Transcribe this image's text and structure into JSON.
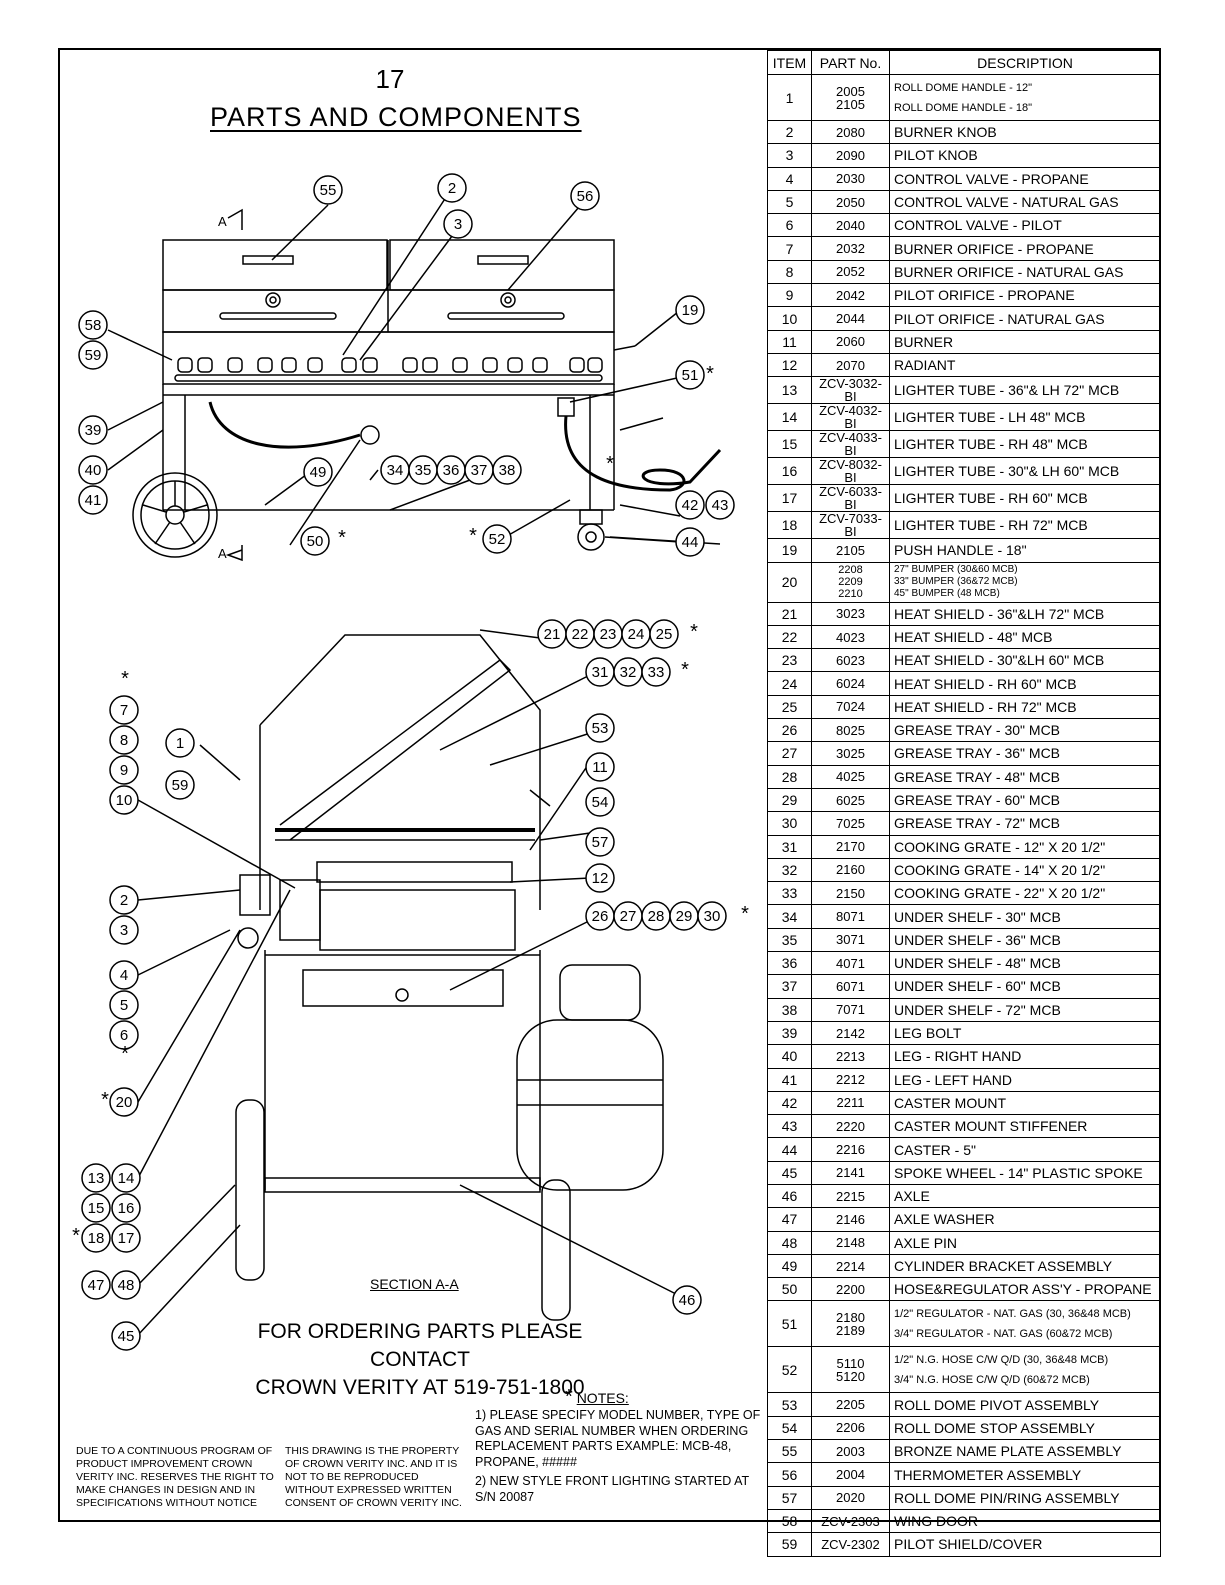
{
  "page_number": "17",
  "title": "PARTS AND COMPONENTS",
  "table": {
    "headers": [
      "ITEM",
      "PART No.",
      "DESCRIPTION"
    ],
    "rows": [
      {
        "item": "1",
        "parts": [
          "2005",
          "2105"
        ],
        "desc": [
          "ROLL DOME HANDLE - 12\"",
          "ROLL DOME HANDLE - 18\""
        ],
        "small": true
      },
      {
        "item": "2",
        "parts": [
          "2080"
        ],
        "desc": [
          "BURNER KNOB"
        ]
      },
      {
        "item": "3",
        "parts": [
          "2090"
        ],
        "desc": [
          "PILOT KNOB"
        ]
      },
      {
        "item": "4",
        "parts": [
          "2030"
        ],
        "desc": [
          "CONTROL VALVE - PROPANE"
        ]
      },
      {
        "item": "5",
        "parts": [
          "2050"
        ],
        "desc": [
          "CONTROL VALVE - NATURAL GAS"
        ]
      },
      {
        "item": "6",
        "parts": [
          "2040"
        ],
        "desc": [
          "CONTROL VALVE - PILOT"
        ]
      },
      {
        "item": "7",
        "parts": [
          "2032"
        ],
        "desc": [
          "BURNER ORIFICE - PROPANE"
        ]
      },
      {
        "item": "8",
        "parts": [
          "2052"
        ],
        "desc": [
          "BURNER ORIFICE - NATURAL GAS"
        ]
      },
      {
        "item": "9",
        "parts": [
          "2042"
        ],
        "desc": [
          "PILOT ORIFICE - PROPANE"
        ]
      },
      {
        "item": "10",
        "parts": [
          "2044"
        ],
        "desc": [
          "PILOT ORIFICE - NATURAL GAS"
        ]
      },
      {
        "item": "11",
        "parts": [
          "2060"
        ],
        "desc": [
          "BURNER"
        ]
      },
      {
        "item": "12",
        "parts": [
          "2070"
        ],
        "desc": [
          "RADIANT"
        ]
      },
      {
        "item": "13",
        "parts": [
          "ZCV-3032-BI"
        ],
        "desc": [
          "LIGHTER TUBE - 36\"& LH 72\" MCB"
        ]
      },
      {
        "item": "14",
        "parts": [
          "ZCV-4032-BI"
        ],
        "desc": [
          "LIGHTER TUBE - LH 48\" MCB"
        ]
      },
      {
        "item": "15",
        "parts": [
          "ZCV-4033-BI"
        ],
        "desc": [
          "LIGHTER TUBE - RH 48\" MCB"
        ]
      },
      {
        "item": "16",
        "parts": [
          "ZCV-8032-BI"
        ],
        "desc": [
          "LIGHTER TUBE - 30\"& LH 60\" MCB"
        ]
      },
      {
        "item": "17",
        "parts": [
          "ZCV-6033-BI"
        ],
        "desc": [
          "LIGHTER TUBE - RH 60\" MCB"
        ]
      },
      {
        "item": "18",
        "parts": [
          "ZCV-7033-BI"
        ],
        "desc": [
          "LIGHTER TUBE - RH 72\" MCB"
        ]
      },
      {
        "item": "19",
        "parts": [
          "2105"
        ],
        "desc": [
          "PUSH HANDLE - 18\""
        ]
      },
      {
        "item": "20",
        "parts": [
          "2208",
          "2209",
          "2210"
        ],
        "desc": [
          "27\" BUMPER (30&60 MCB)",
          "33\" BUMPER (36&72 MCB)",
          "45\" BUMPER (48 MCB)"
        ],
        "small": true
      },
      {
        "item": "21",
        "parts": [
          "3023"
        ],
        "desc": [
          "HEAT SHIELD - 36\"&LH 72\" MCB"
        ]
      },
      {
        "item": "22",
        "parts": [
          "4023"
        ],
        "desc": [
          "HEAT SHIELD - 48\" MCB"
        ]
      },
      {
        "item": "23",
        "parts": [
          "6023"
        ],
        "desc": [
          "HEAT SHIELD - 30\"&LH 60\" MCB"
        ]
      },
      {
        "item": "24",
        "parts": [
          "6024"
        ],
        "desc": [
          "HEAT SHIELD - RH 60\" MCB"
        ]
      },
      {
        "item": "25",
        "parts": [
          "7024"
        ],
        "desc": [
          "HEAT SHIELD - RH 72\" MCB"
        ]
      },
      {
        "item": "26",
        "parts": [
          "8025"
        ],
        "desc": [
          "GREASE TRAY - 30\" MCB"
        ]
      },
      {
        "item": "27",
        "parts": [
          "3025"
        ],
        "desc": [
          "GREASE TRAY - 36\" MCB"
        ]
      },
      {
        "item": "28",
        "parts": [
          "4025"
        ],
        "desc": [
          "GREASE TRAY - 48\" MCB"
        ]
      },
      {
        "item": "29",
        "parts": [
          "6025"
        ],
        "desc": [
          "GREASE TRAY - 60\" MCB"
        ]
      },
      {
        "item": "30",
        "parts": [
          "7025"
        ],
        "desc": [
          "GREASE TRAY - 72\" MCB"
        ]
      },
      {
        "item": "31",
        "parts": [
          "2170"
        ],
        "desc": [
          "COOKING GRATE - 12\" X 20 1/2\""
        ]
      },
      {
        "item": "32",
        "parts": [
          "2160"
        ],
        "desc": [
          "COOKING GRATE - 14\" X 20 1/2\""
        ]
      },
      {
        "item": "33",
        "parts": [
          "2150"
        ],
        "desc": [
          "COOKING GRATE - 22\" X 20 1/2\""
        ]
      },
      {
        "item": "34",
        "parts": [
          "8071"
        ],
        "desc": [
          "UNDER SHELF - 30\" MCB"
        ]
      },
      {
        "item": "35",
        "parts": [
          "3071"
        ],
        "desc": [
          "UNDER SHELF - 36\" MCB"
        ]
      },
      {
        "item": "36",
        "parts": [
          "4071"
        ],
        "desc": [
          "UNDER SHELF - 48\" MCB"
        ]
      },
      {
        "item": "37",
        "parts": [
          "6071"
        ],
        "desc": [
          "UNDER SHELF - 60\" MCB"
        ]
      },
      {
        "item": "38",
        "parts": [
          "7071"
        ],
        "desc": [
          "UNDER SHELF - 72\" MCB"
        ]
      },
      {
        "item": "39",
        "parts": [
          "2142"
        ],
        "desc": [
          "LEG BOLT"
        ]
      },
      {
        "item": "40",
        "parts": [
          "2213"
        ],
        "desc": [
          "LEG - RIGHT HAND"
        ]
      },
      {
        "item": "41",
        "parts": [
          "2212"
        ],
        "desc": [
          "LEG - LEFT HAND"
        ]
      },
      {
        "item": "42",
        "parts": [
          "2211"
        ],
        "desc": [
          "CASTER MOUNT"
        ]
      },
      {
        "item": "43",
        "parts": [
          "2220"
        ],
        "desc": [
          "CASTER MOUNT STIFFENER"
        ]
      },
      {
        "item": "44",
        "parts": [
          "2216"
        ],
        "desc": [
          "CASTER - 5\""
        ]
      },
      {
        "item": "45",
        "parts": [
          "2141"
        ],
        "desc": [
          "SPOKE WHEEL - 14\" PLASTIC SPOKE"
        ]
      },
      {
        "item": "46",
        "parts": [
          "2215"
        ],
        "desc": [
          "AXLE"
        ]
      },
      {
        "item": "47",
        "parts": [
          "2146"
        ],
        "desc": [
          "AXLE WASHER"
        ]
      },
      {
        "item": "48",
        "parts": [
          "2148"
        ],
        "desc": [
          "AXLE PIN"
        ]
      },
      {
        "item": "49",
        "parts": [
          "2214"
        ],
        "desc": [
          "CYLINDER BRACKET ASSEMBLY"
        ]
      },
      {
        "item": "50",
        "parts": [
          "2200"
        ],
        "desc": [
          "HOSE&REGULATOR ASS'Y - PROPANE"
        ]
      },
      {
        "item": "51",
        "parts": [
          "2180",
          "2189"
        ],
        "desc": [
          "1/2\" REGULATOR - NAT. GAS (30, 36&48 MCB)",
          "3/4\" REGULATOR - NAT. GAS (60&72 MCB)"
        ],
        "small": true
      },
      {
        "item": "52",
        "parts": [
          "5110",
          "5120"
        ],
        "desc": [
          "1/2\" N.G. HOSE C/W Q/D (30, 36&48 MCB)",
          "3/4\" N.G. HOSE C/W Q/D (60&72 MCB)"
        ],
        "small": true
      },
      {
        "item": "53",
        "parts": [
          "2205"
        ],
        "desc": [
          "ROLL DOME PIVOT ASSEMBLY"
        ]
      },
      {
        "item": "54",
        "parts": [
          "2206"
        ],
        "desc": [
          "ROLL DOME STOP ASSEMBLY"
        ]
      },
      {
        "item": "55",
        "parts": [
          "2003"
        ],
        "desc": [
          "BRONZE NAME PLATE ASSEMBLY"
        ]
      },
      {
        "item": "56",
        "parts": [
          "2004"
        ],
        "desc": [
          "THERMOMETER ASSEMBLY"
        ]
      },
      {
        "item": "57",
        "parts": [
          "2020"
        ],
        "desc": [
          "ROLL DOME PIN/RING ASSEMBLY"
        ]
      },
      {
        "item": "58",
        "parts": [
          "ZCV-2303"
        ],
        "desc": [
          "WING DOOR"
        ]
      },
      {
        "item": "59",
        "parts": [
          "ZCV-2302"
        ],
        "desc": [
          "PILOT SHIELD/COVER"
        ]
      }
    ]
  },
  "section_label": "SECTION A-A",
  "section_marker": "A",
  "ordering": {
    "line1": "FOR ORDERING PARTS PLEASE CONTACT",
    "line2": "CROWN VERITY AT 519-751-1800"
  },
  "notes": {
    "heading": "NOTES:",
    "note1": "1) PLEASE SPECIFY MODEL NUMBER, TYPE OF GAS AND SERIAL NUMBER WHEN ORDERING REPLACEMENT PARTS EXAMPLE: MCB-48, PROPANE, #####",
    "note2": "2) NEW STYLE FRONT LIGHTING STARTED AT S/N 20087"
  },
  "disclaimer_left": "DUE TO A CONTINUOUS PROGRAM OF PRODUCT IMPROVEMENT CROWN VERITY INC. RESERVES THE RIGHT TO MAKE CHANGES IN DESIGN AND IN SPECIFICATIONS WITHOUT NOTICE",
  "disclaimer_right": "THIS DRAWING IS THE PROPERTY OF CROWN VERITY INC. AND IT IS NOT TO BE REPRODUCED WITHOUT EXPRESSED WRITTEN CONSENT OF CROWN VERITY INC.",
  "callouts": {
    "c55": "55",
    "c2": "2",
    "c3": "3",
    "c56": "56",
    "c58": "58",
    "c59": "59",
    "c19": "19",
    "c51": "51",
    "c39": "39",
    "c40": "40",
    "c41": "41",
    "c49": "49",
    "c34": "34",
    "c35": "35",
    "c36": "36",
    "c37": "37",
    "c38": "38",
    "c42": "42",
    "c43": "43",
    "c44": "44",
    "c50": "50",
    "c52": "52",
    "c21": "21",
    "c22": "22",
    "c23": "23",
    "c24": "24",
    "c25": "25",
    "c31": "31",
    "c32": "32",
    "c33": "33",
    "c53": "53",
    "c11": "11",
    "c54": "54",
    "c57": "57",
    "c12": "12",
    "c26": "26",
    "c27": "27",
    "c28": "28",
    "c29": "29",
    "c30": "30",
    "c7": "7",
    "c8": "8",
    "c9": "9",
    "c10": "10",
    "c1": "1",
    "c4": "4",
    "c5": "5",
    "c6": "6",
    "c20": "20",
    "c13": "13",
    "c14": "14",
    "c15": "15",
    "c16": "16",
    "c18": "18",
    "c17": "17",
    "c47": "47",
    "c48": "48",
    "c45": "45",
    "c46": "46"
  },
  "star": "*"
}
